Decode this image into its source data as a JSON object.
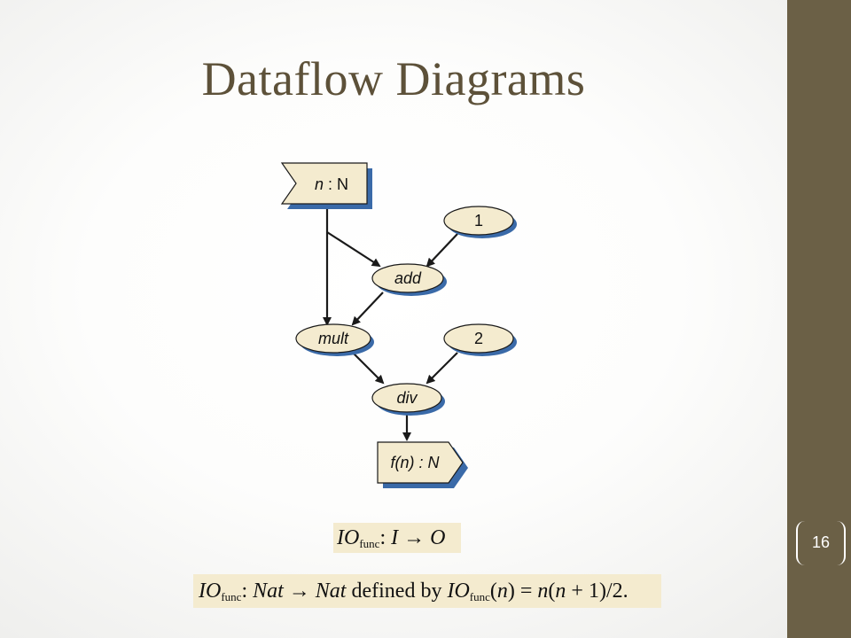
{
  "slide": {
    "title": "Dataflow Diagrams",
    "page_number": "16"
  },
  "diagram": {
    "input_node": {
      "var": "n",
      "sep": " : ",
      "type": "N"
    },
    "const_1": "1",
    "add_node": "add",
    "mult_node": "mult",
    "const_2": "2",
    "div_node": "div",
    "output_node": {
      "prefix": "f(",
      "var": "n",
      "suffix": ") : ",
      "type": "N"
    }
  },
  "formulas": {
    "io_signature": {
      "io": "IO",
      "sub": "func",
      "rest_colon": ": ",
      "input": "I",
      "arrow": " → ",
      "output": "O"
    },
    "io_definition": {
      "io": "IO",
      "sub": "func",
      "colon": ": ",
      "domain": "Nat",
      "arrow": " → ",
      "codomain": "Nat",
      "defined_by": " defined by ",
      "io2": "IO",
      "sub2": "func",
      "arg_open": "(",
      "arg": "n",
      "arg_close": ") = ",
      "n1": "n",
      "expr_open": "(",
      "n2": "n",
      "expr_rest": " + 1)/2."
    }
  },
  "colors": {
    "sidebar": "#6b6046",
    "title": "#5d5139",
    "node_fill": "#f4ebcf",
    "node_shadow": "#3a6aa8",
    "formula_bg": "#f4ebcf"
  }
}
